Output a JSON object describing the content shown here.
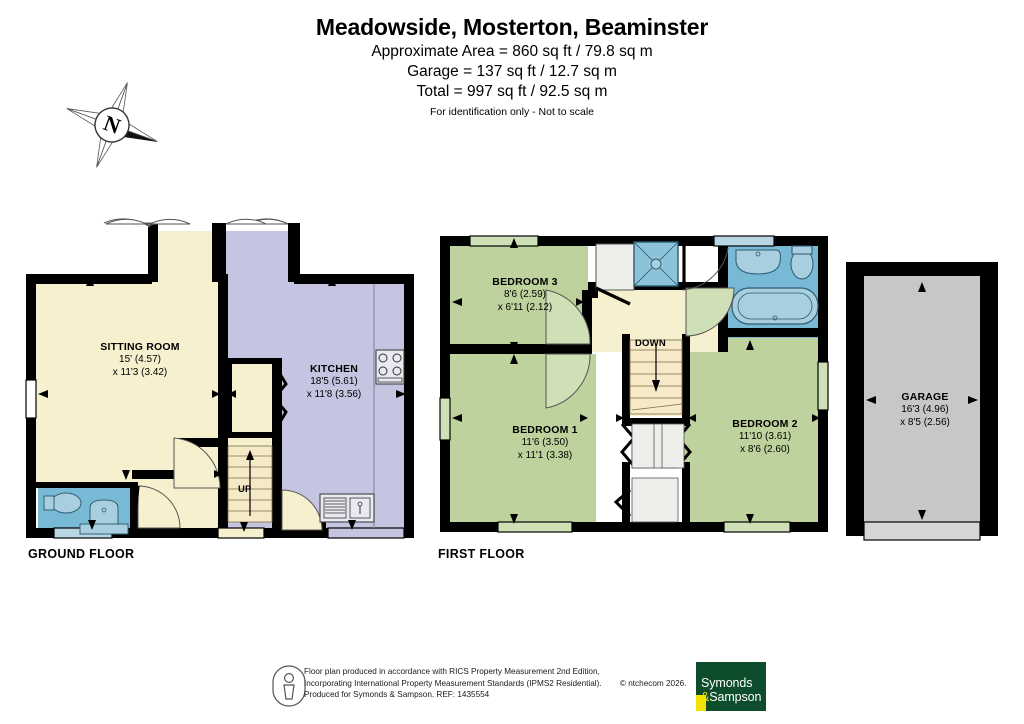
{
  "header": {
    "title": "Meadowside, Mosterton, Beaminster",
    "approx_area": "Approximate Area = 860 sq ft / 79.8 sq m",
    "garage_area": "Garage = 137 sq ft / 12.7 sq m",
    "total_area": "Total = 997 sq ft / 92.5 sq m",
    "identification": "For identification only - Not to scale"
  },
  "compass": {
    "label": "N",
    "name": "north-compass-rose"
  },
  "floors": [
    {
      "id": "ground",
      "label": "GROUND FLOOR",
      "rooms": [
        {
          "id": "sitting-room",
          "name": "SITTING ROOM",
          "dim_1": "15' (4.57)",
          "dim_2": "x 11'3 (3.42)",
          "color": "#f6f0cf"
        },
        {
          "id": "kitchen",
          "name": "KITCHEN",
          "dim_1": "18'5 (5.61)",
          "dim_2": "x 11'8 (3.56)",
          "color": "#c5c5e1"
        }
      ],
      "stair_label": "UP"
    },
    {
      "id": "first",
      "label": "FIRST FLOOR",
      "rooms": [
        {
          "id": "bedroom-3",
          "name": "BEDROOM 3",
          "dim_1": "8'6 (2.59)",
          "dim_2": "x 6'11 (2.12)",
          "color": "#bed29d"
        },
        {
          "id": "bedroom-1",
          "name": "BEDROOM 1",
          "dim_1": "11'6 (3.50)",
          "dim_2": "x 11'1 (3.38)",
          "color": "#bed29d"
        },
        {
          "id": "bedroom-2",
          "name": "BEDROOM 2",
          "dim_1": "11'10 (3.61)",
          "dim_2": "x 8'6 (2.60)",
          "color": "#bed29d"
        }
      ],
      "stair_label": "DOWN"
    },
    {
      "id": "garage",
      "label": "",
      "rooms": [
        {
          "id": "garage-room",
          "name": "GARAGE",
          "dim_1": "16'3 (4.96)",
          "dim_2": "x 8'5 (2.56)",
          "color": "#c9c6c9"
        }
      ],
      "stair_label": ""
    }
  ],
  "colors": {
    "wall": "#000000",
    "sitting_room": "#f6f0cf",
    "kitchen": "#c5c5e1",
    "bedroom": "#bed29d",
    "bathroom": "#78b9d6",
    "hall": "#f6f0cf",
    "garage": "#c9c6c9",
    "door_fill": "#eeeeea",
    "logo_green": "#0d4d2b",
    "logo_yellow": "#f2e300"
  },
  "footer": {
    "line1": "Floor plan produced in accordance with RICS Property Measurement 2nd Edition,",
    "line2": "Incorporating International Property Measurement Standards (IPMS2 Residential).",
    "copyright": "© ntchecom 2026.",
    "line3": "Produced for Symonds & Sampson.   REF: 1435554",
    "logo_line1": "Symonds",
    "logo_amp": "&",
    "logo_line2": "Sampson"
  }
}
